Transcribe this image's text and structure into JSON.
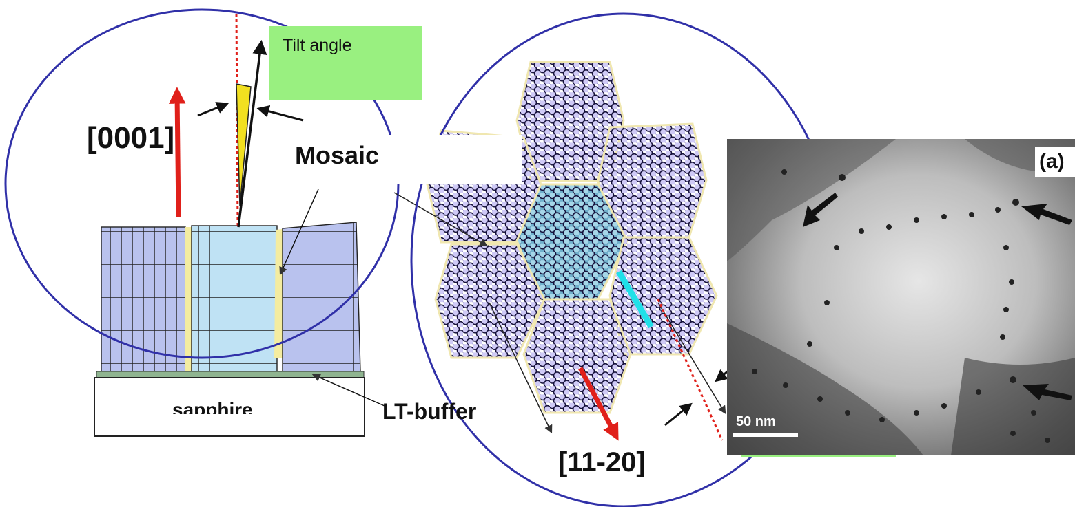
{
  "labels": {
    "tilt_angle": "Tilt angle",
    "direction_0001": "[0001]",
    "mosaic": "Mosaic",
    "sapphire": "sapphire",
    "lt_buffer": "LT-buffer",
    "direction_1120": "[11-20]",
    "scale_bar": "50 nm",
    "panel": "(a)"
  },
  "colors": {
    "circle_outline": "#3030a8",
    "growth_arrow": "#e0201a",
    "tilt_wedge": "#f2e020",
    "tilt_box": "#99f080",
    "grain_fill": "#b9c2ee",
    "grain_fill_alt": "#bfe2f4",
    "grain_boundary": "#f4eca0",
    "hex_fill": "#8d86d8",
    "hex_center_fill": "#6fb0cc",
    "twist_arrow": "#20e0e8"
  },
  "icons": [
    "arrow-icon"
  ]
}
